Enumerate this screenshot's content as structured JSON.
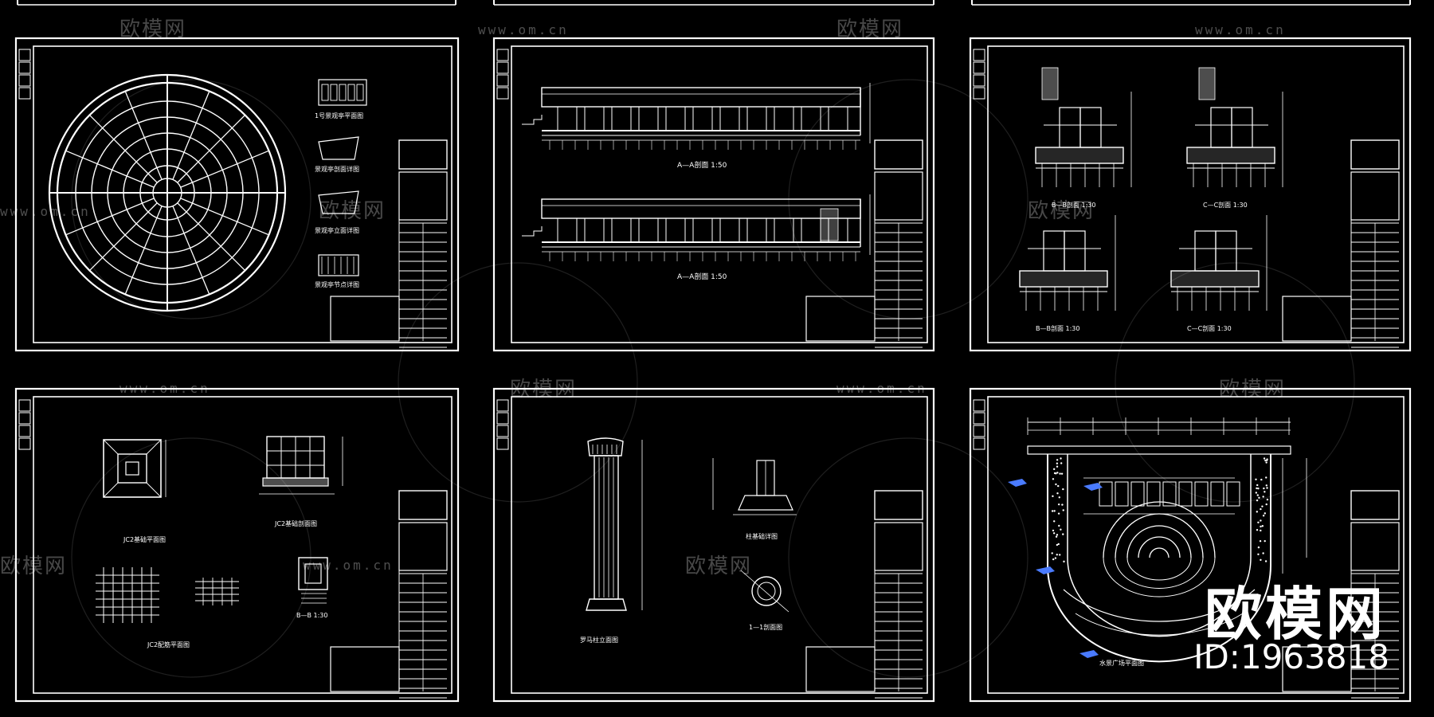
{
  "watermark": {
    "brand": "欧模网",
    "url": "www.om.cn",
    "id_label": "ID:1963818"
  },
  "sheets": [
    {
      "labels": [
        "1号景观亭平面图",
        "景观亭剖面详图",
        "景观亭立面详图",
        "景观亭节点详图"
      ]
    },
    {
      "labels": [
        "A—A剖面 1:50",
        "A—A剖面 1:50"
      ]
    },
    {
      "labels": [
        "B—B剖面 1:30",
        "C—C剖面 1:30",
        "B—B剖面 1:30",
        "C—C剖面 1:30"
      ]
    },
    {
      "labels": [
        "JC2基础平面图",
        "JC2基础剖面图",
        "JC2配筋平面图",
        "B—B 1:30"
      ]
    },
    {
      "labels": [
        "罗马柱立面图",
        "柱基础详图",
        "1—1剖面图"
      ]
    },
    {
      "labels": [
        "水景广场平面图"
      ]
    }
  ]
}
